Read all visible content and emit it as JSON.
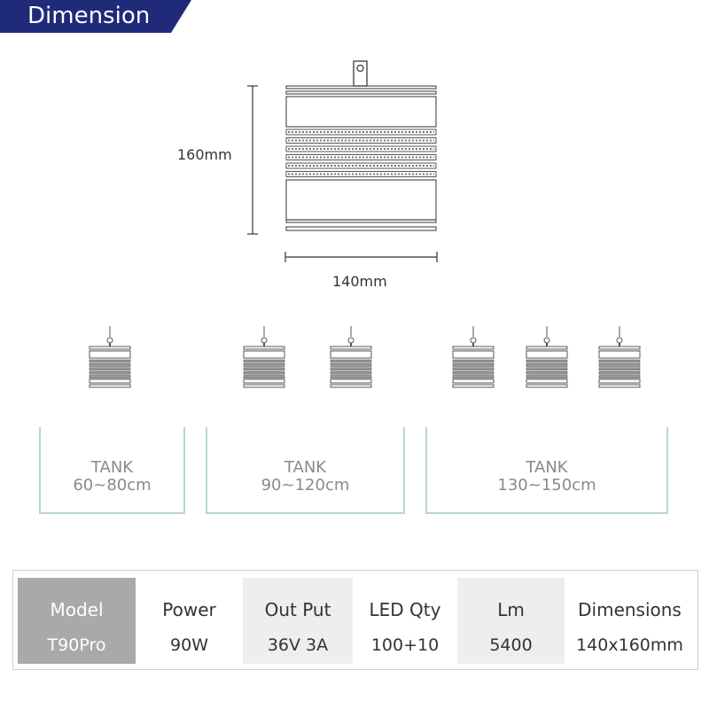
{
  "header": {
    "title": "Dimension",
    "color": "#1f2a78"
  },
  "dimensions": {
    "height_label": "160mm",
    "width_label": "140mm"
  },
  "tanks": [
    {
      "name": "TANK",
      "size": "60~80cm",
      "lamps": 1
    },
    {
      "name": "TANK",
      "size": "90~120cm",
      "lamps": 2
    },
    {
      "name": "TANK",
      "size": "130~150cm",
      "lamps": 3
    }
  ],
  "specs": [
    {
      "header": "Model",
      "value": "T90Pro"
    },
    {
      "header": "Power",
      "value": "90W"
    },
    {
      "header": "Out Put",
      "value": "36V 3A"
    },
    {
      "header": "LED Qty",
      "value": "100+10"
    },
    {
      "header": "Lm",
      "value": "5400"
    },
    {
      "header": "Dimensions",
      "value": "140x160mm"
    }
  ],
  "icons": {
    "lamp": "pendant-led-lamp-icon"
  },
  "colors": {
    "tank_border": "#b8d6d2",
    "model_cell": "#a9a9a9",
    "shaded_cell": "#eeeeee"
  }
}
